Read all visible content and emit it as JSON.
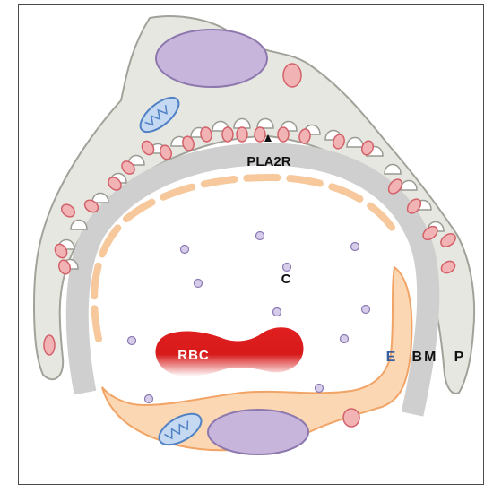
{
  "labels": {
    "receptor": "PLA2R",
    "lumen": "C",
    "red_cell": "RBC",
    "endothelium": "E",
    "basement_membrane": "BM",
    "podocyte": "P"
  },
  "colors": {
    "podocyte_fill": "#e7e7e1",
    "podocyte_stroke": "#a2a29a",
    "basement_membrane": "#cfcfcf",
    "endothelium_fill": "#fbd7b4",
    "endothelium_stroke": "#f1a466",
    "nucleus_fill": "#c8b5dc",
    "nucleus_stroke": "#8d78ad",
    "antigen_fill": "#f2b3b5",
    "antigen_stroke": "#d2616a",
    "mitochondrion_fill": "#c6d9f2",
    "mitochondrion_stroke": "#4f81c4",
    "rbc": "#e02020",
    "endothelium_label": "#3a5fa0"
  },
  "icons": [
    "mitochondrion-icon",
    "nucleus-icon",
    "antigen-deposit-icon",
    "plasma-protein-icon",
    "arrow-up-icon"
  ]
}
